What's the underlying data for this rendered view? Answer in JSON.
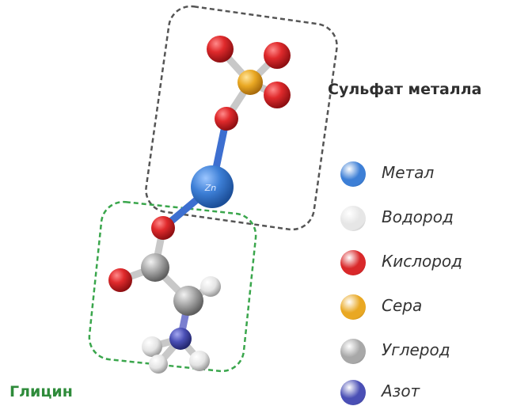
{
  "labels": {
    "sulfate_group": "Сульфат металла",
    "glycine_group": "Глицин",
    "metal_atom": "Zn"
  },
  "legend": {
    "items": [
      {
        "label": "Метал",
        "color": "#3d7fd6"
      },
      {
        "label": "Водород",
        "color": "#e6e6e6"
      },
      {
        "label": "Кислород",
        "color": "#d9282a"
      },
      {
        "label": "Сера",
        "color": "#e9a823"
      },
      {
        "label": "Углерод",
        "color": "#a8a8a8"
      },
      {
        "label": "Азот",
        "color": "#4a4fb5"
      }
    ]
  },
  "colors": {
    "sulfate_box": "#555555",
    "glycine_box": "#3aa64c",
    "glycine_text": "#2e8b3a",
    "bond_blue": "#3d6fd0"
  }
}
